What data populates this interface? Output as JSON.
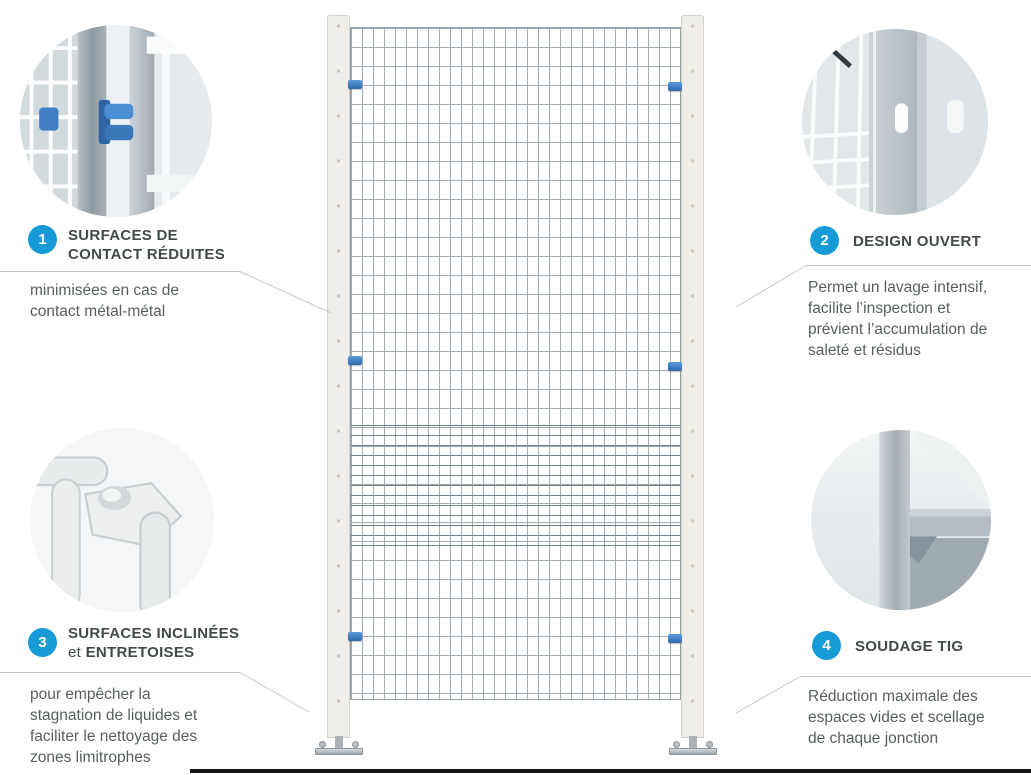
{
  "colors": {
    "accent": "#169bd7",
    "heading": "#414a46",
    "body": "#575f5c",
    "line": "#c3c8cb",
    "post_fill": "#efeee8",
    "post_border": "#d5d3c8",
    "wire": "#a0acb6",
    "wire_dark": "#70808b",
    "clip": "#2f68ab"
  },
  "callouts": [
    {
      "number": "1",
      "title_line1": "SURFACES DE",
      "title_line2": "CONTACT RÉDUITES",
      "description_lines": [
        "minimisées en cas de",
        "contact métal-métal"
      ],
      "photo": "contact-connectors-closeup-photo"
    },
    {
      "number": "2",
      "title_line1": "DESIGN OUVERT",
      "description_lines": [
        "Permet un lavage intensif,",
        "facilite l’inspection et",
        "prévient l’accumulation de",
        "saleté et résidus"
      ],
      "photo": "open-mesh-design-closeup-photo"
    },
    {
      "number": "3",
      "title_line1": "SURFACES INCLINÉES",
      "title_line2_prefix": "et ",
      "title_line2": "ENTRETOISES",
      "description_lines": [
        "pour empêcher la",
        "stagnation de liquides et",
        "faciliter le nettoyage des",
        "zones limitrophes"
      ],
      "photo": "inclined-spacer-closeup-photo"
    },
    {
      "number": "4",
      "title_line1": "SOUDAGE TIG",
      "description_lines": [
        "Réduction maximale des",
        "espaces vides et scellage",
        "de chaque jonction"
      ],
      "photo": "tig-weld-closeup-photo"
    }
  ]
}
